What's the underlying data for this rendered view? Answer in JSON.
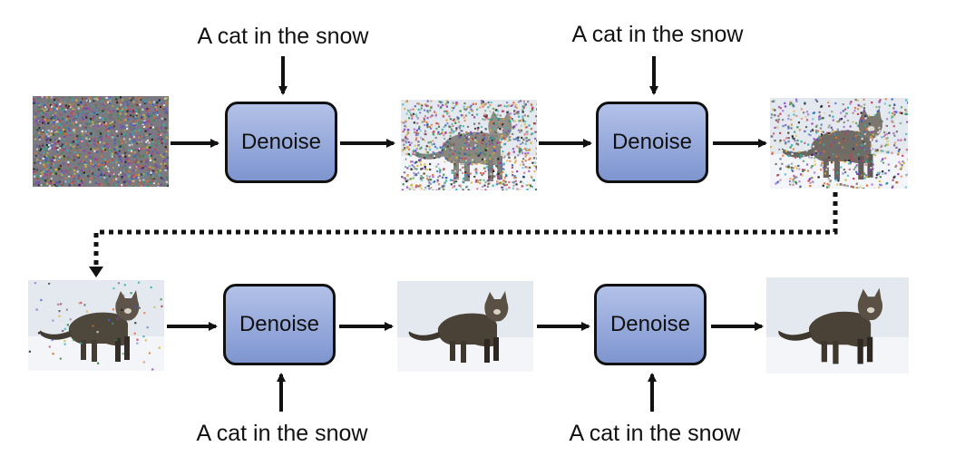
{
  "prompts": {
    "p1": "A cat in the snow",
    "p2": "A cat in the snow",
    "p3": "A cat in the snow",
    "p4": "A cat in the snow"
  },
  "steps": {
    "d1": "Denoise",
    "d2": "Denoise",
    "d3": "Denoise",
    "d4": "Denoise"
  },
  "images": [
    {
      "id": "noise",
      "noise_level": 1.0
    },
    {
      "id": "cat-heavy-noise",
      "noise_level": 0.75
    },
    {
      "id": "cat-light-noise",
      "noise_level": 0.45
    },
    {
      "id": "cat-faint-noise",
      "noise_level": 0.05
    },
    {
      "id": "cat-clean-1",
      "noise_level": 0.0
    },
    {
      "id": "cat-clean-2",
      "noise_level": 0.0
    }
  ],
  "colors": {
    "denoise_fill_top": "#b2c1e8",
    "denoise_fill_bottom": "#7e95cf",
    "arrow": "#111111",
    "snow": "#e4e9ef"
  }
}
